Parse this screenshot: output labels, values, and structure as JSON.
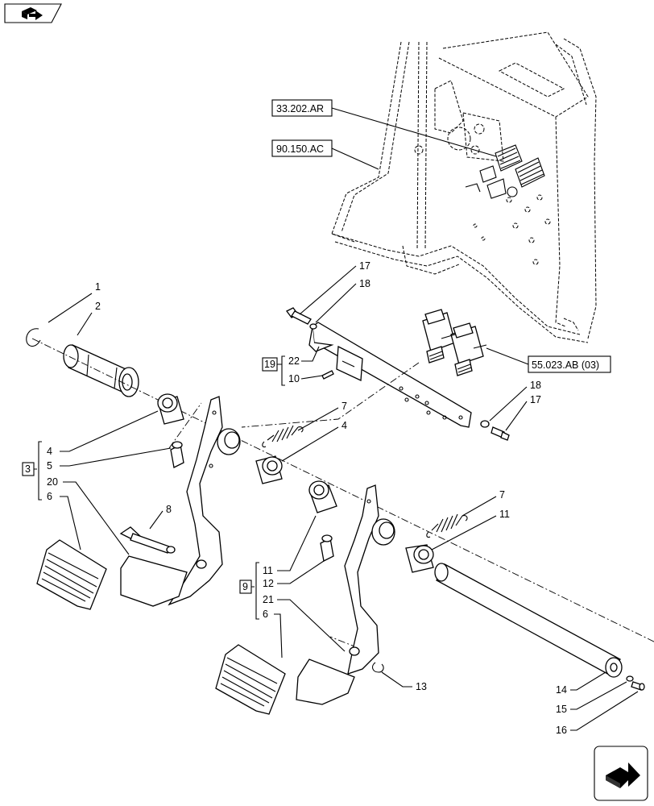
{
  "references": {
    "ref1": "33.202.AR",
    "ref2": "90.150.AC",
    "ref3": "55.023.AB (03)"
  },
  "groups": {
    "g19": "19",
    "g3": "3",
    "g9": "9"
  },
  "callouts": {
    "c1": "1",
    "c2": "2",
    "c17a": "17",
    "c18a": "18",
    "c22": "22",
    "c10": "10",
    "c7a": "7",
    "c4b": "4",
    "c4a": "4",
    "c5a": "5",
    "c20": "20",
    "c6a": "6",
    "c8": "8",
    "c18b": "18",
    "c17b": "17",
    "c7b": "7",
    "c11b": "11",
    "c11a": "11",
    "c12": "12",
    "c21": "21",
    "c6b": "6",
    "c13": "13",
    "c14": "14",
    "c15": "15",
    "c16": "16"
  },
  "icons": {
    "top_left": "book-arrow-icon",
    "bottom_right": "next-page-arrow-icon"
  }
}
